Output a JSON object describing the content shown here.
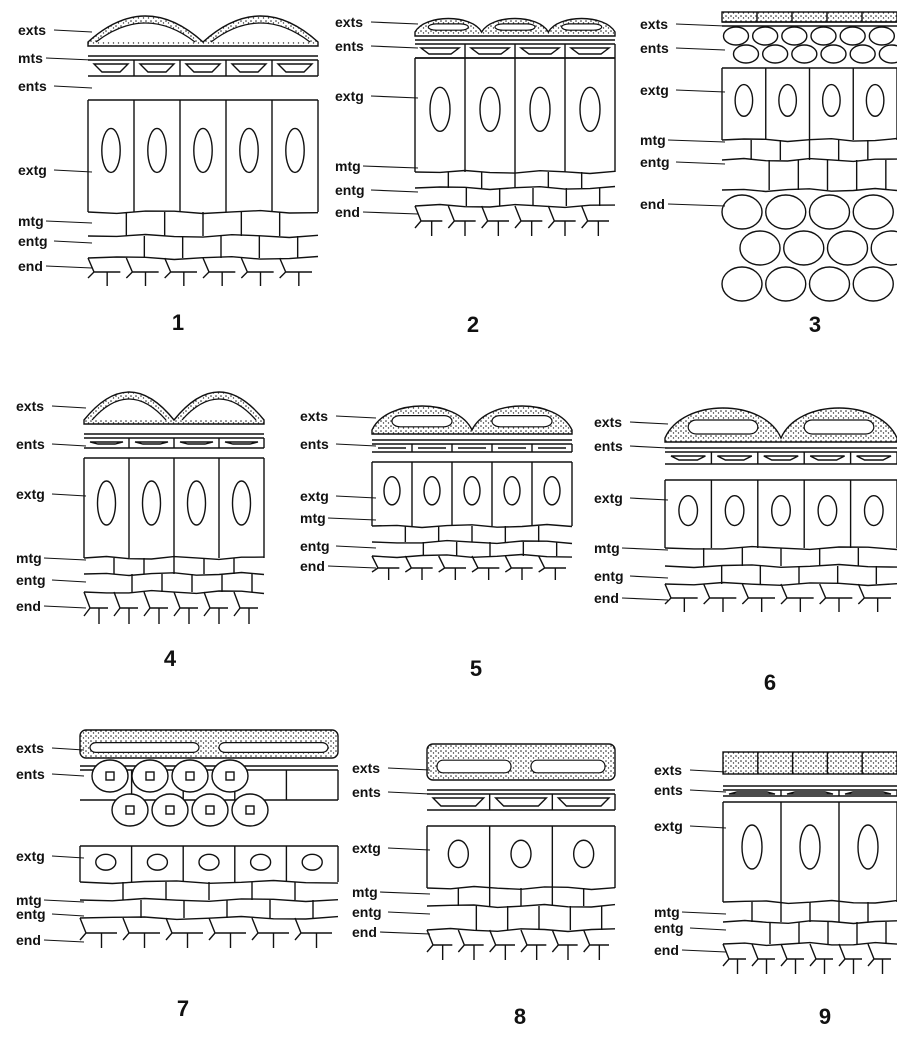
{
  "panels": [
    {
      "number": "1",
      "labels": [
        "exts",
        "mts",
        "ents",
        "extg",
        "mtg",
        "entg",
        "end"
      ]
    },
    {
      "number": "2",
      "labels": [
        "exts",
        "ents",
        "extg",
        "mtg",
        "entg",
        "end"
      ]
    },
    {
      "number": "3",
      "labels": [
        "exts",
        "ents",
        "extg",
        "mtg",
        "entg",
        "end"
      ]
    },
    {
      "number": "4",
      "labels": [
        "exts",
        "ents",
        "extg",
        "mtg",
        "entg",
        "end"
      ]
    },
    {
      "number": "5",
      "labels": [
        "exts",
        "ents",
        "extg",
        "mtg",
        "entg",
        "end"
      ]
    },
    {
      "number": "6",
      "labels": [
        "exts",
        "ents",
        "extg",
        "mtg",
        "entg",
        "end"
      ]
    },
    {
      "number": "7",
      "labels": [
        "exts",
        "ents",
        "extg",
        "mtg",
        "entg",
        "end"
      ]
    },
    {
      "number": "8",
      "labels": [
        "exts",
        "ents",
        "extg",
        "mtg",
        "entg",
        "end"
      ]
    },
    {
      "number": "9",
      "labels": [
        "exts",
        "ents",
        "extg",
        "mtg",
        "entg",
        "end"
      ]
    }
  ]
}
